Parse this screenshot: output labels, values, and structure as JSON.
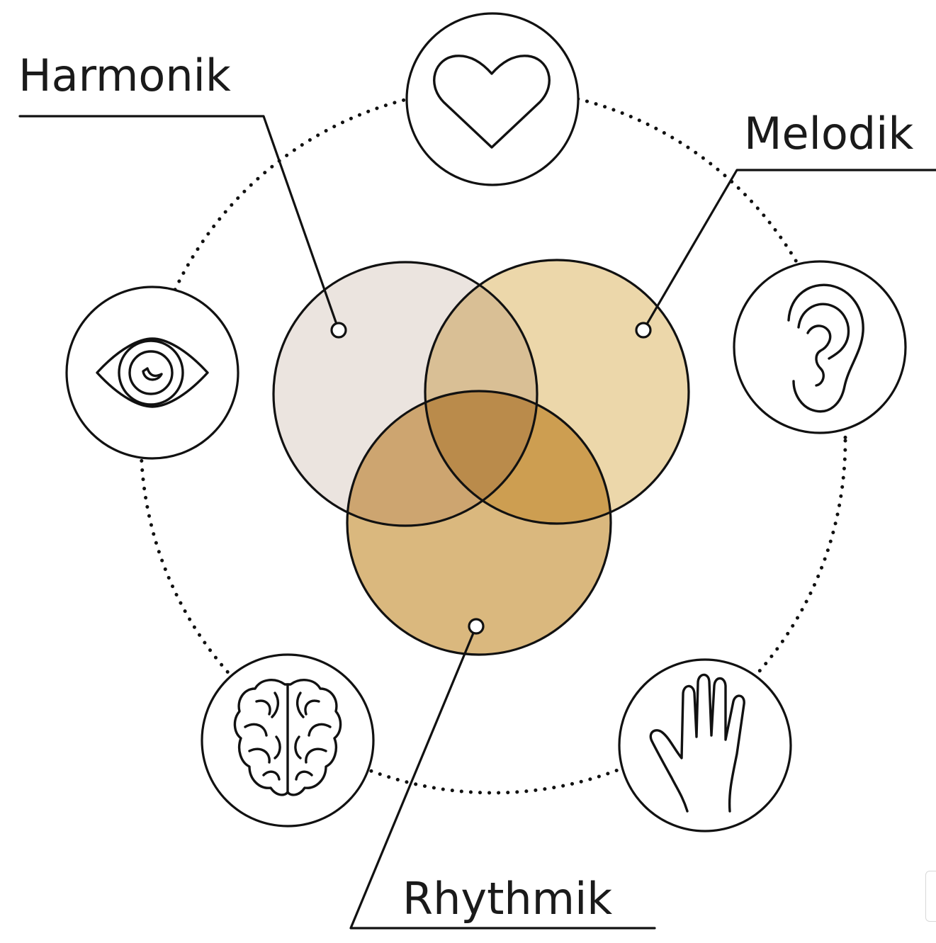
{
  "labels": {
    "harmonik": "Harmonik",
    "melodik": "Melodik",
    "rhythmik": "Rhythmik"
  },
  "colors": {
    "harmonik_fill": "#ebe4df",
    "melodik_fill": "#ecd7aa",
    "rhythmik_fill": "#dab87e",
    "harmonik_melodik_overlap": "#d9bf95",
    "harmonik_rhythmik_overlap": "#cda570",
    "melodik_rhythmik_overlap": "#cd9e51",
    "center_overlap": "#ba8b4b",
    "line": "#111111"
  },
  "icons": [
    "heart-icon",
    "ear-icon",
    "hand-icon",
    "brain-icon",
    "eye-icon"
  ]
}
